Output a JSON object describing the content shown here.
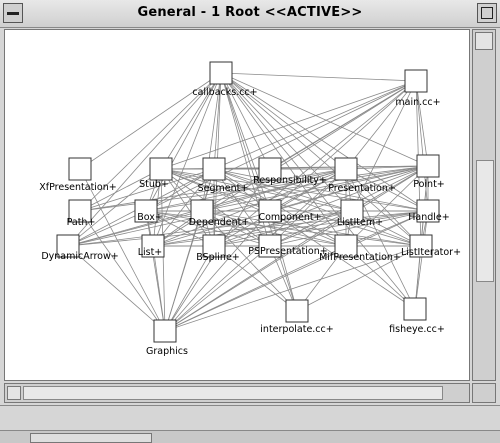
{
  "window": {
    "title": "General - 1 Root  <<ACTIVE>>"
  },
  "graph": {
    "nodes": [
      {
        "id": "callbacks",
        "label": "callbacks.cc+"
      },
      {
        "id": "main",
        "label": "main.cc+"
      },
      {
        "id": "xfpres",
        "label": "XfPresentation+"
      },
      {
        "id": "stub",
        "label": "Stub+"
      },
      {
        "id": "segment",
        "label": "Segment+"
      },
      {
        "id": "resp",
        "label": "Responsibility+"
      },
      {
        "id": "pres",
        "label": "Presentation+"
      },
      {
        "id": "point",
        "label": "Point+"
      },
      {
        "id": "path",
        "label": "Path+"
      },
      {
        "id": "box",
        "label": "Box+"
      },
      {
        "id": "dependent",
        "label": "Dependent+"
      },
      {
        "id": "component",
        "label": "Component+"
      },
      {
        "id": "listitem",
        "label": "ListItem+"
      },
      {
        "id": "handle",
        "label": "Handle+"
      },
      {
        "id": "dynarrow",
        "label": "DynamicArrow+"
      },
      {
        "id": "list",
        "label": "List+"
      },
      {
        "id": "bspline",
        "label": "BSpline+"
      },
      {
        "id": "pspres",
        "label": "PSPresentation+"
      },
      {
        "id": "mifpres",
        "label": "MifPresentation+"
      },
      {
        "id": "listiter",
        "label": "ListIterator+"
      },
      {
        "id": "graphics",
        "label": "Graphics"
      },
      {
        "id": "interpolate",
        "label": "interpolate.cc+"
      },
      {
        "id": "fisheye",
        "label": "fisheye.cc+"
      }
    ]
  }
}
